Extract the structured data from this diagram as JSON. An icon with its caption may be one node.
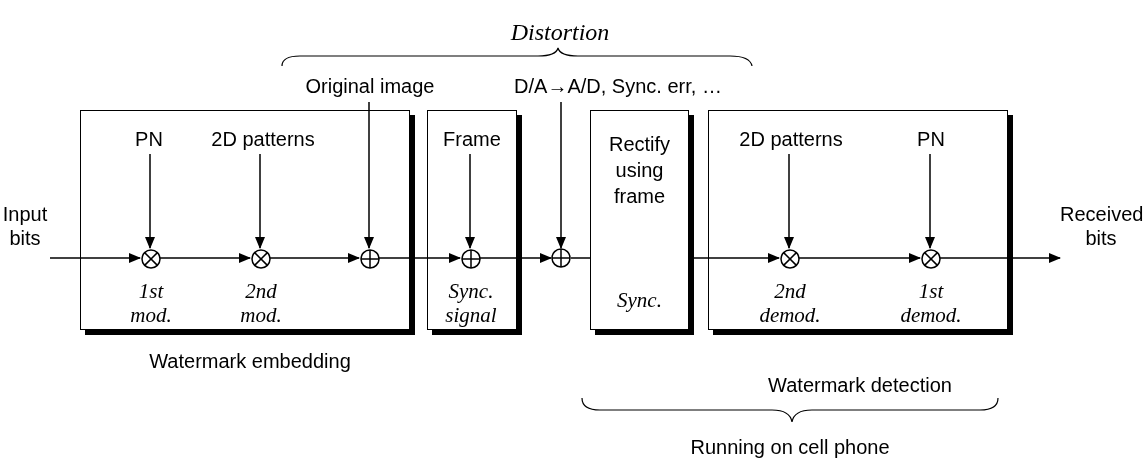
{
  "diagram": {
    "nodes": [
      {
        "text": [],
        "shape": "box",
        "beside": [
          "Watermark embedding"
        ]
      },
      {
        "text": [
          "PN"
        ],
        "in": 0
      },
      {
        "text": [
          "2D patterns"
        ],
        "in": 0
      },
      {
        "text": [],
        "shape": "circle",
        "in": 0,
        "beside": [
          "1st mod."
        ]
      },
      {
        "text": [],
        "shape": "circle",
        "in": 0,
        "beside": [
          "2nd mod."
        ]
      },
      {
        "text": [],
        "shape": "circle",
        "in": 0
      },
      {
        "text": [
          "Original image"
        ]
      },
      {
        "text": [],
        "shape": "box"
      },
      {
        "text": [
          "Frame"
        ],
        "in": 7
      },
      {
        "text": [],
        "shape": "circle",
        "in": 7,
        "beside": [
          "Sync. signal"
        ]
      },
      {
        "text": [],
        "shape": "circle"
      },
      {
        "text": [
          "D/A→A/D, Sync. err, …"
        ]
      },
      {
        "text": [
          "Rectify using frame",
          "Sync."
        ]
      },
      {
        "text": [],
        "shape": "box",
        "beside": [
          "Watermark detection"
        ]
      },
      {
        "text": [
          "2D patterns"
        ],
        "in": 13
      },
      {
        "text": [
          "PN"
        ],
        "in": 13
      },
      {
        "text": [],
        "shape": "circle",
        "in": 13,
        "beside": [
          "2nd demod."
        ]
      },
      {
        "text": [],
        "shape": "circle",
        "in": 13,
        "beside": [
          "1st demod."
        ]
      },
      {
        "text": [
          "Input bits"
        ]
      },
      {
        "text": [
          "Received bits"
        ]
      }
    ],
    "edges": [
      {
        "from": 18,
        "to": 3,
        "arrow": "to"
      },
      {
        "from": 1,
        "to": 3,
        "arrow": "to"
      },
      {
        "from": 3,
        "to": 4,
        "arrow": "to"
      },
      {
        "from": 2,
        "to": 4,
        "arrow": "to"
      },
      {
        "from": 4,
        "to": 5,
        "arrow": "to"
      },
      {
        "from": 6,
        "to": 5,
        "arrow": "to"
      },
      {
        "from": 5,
        "to": 9,
        "arrow": "to"
      },
      {
        "from": 8,
        "to": 9,
        "arrow": "to"
      },
      {
        "from": 9,
        "to": 10,
        "arrow": "to"
      },
      {
        "from": 11,
        "to": 10,
        "arrow": "to"
      },
      {
        "from": 10,
        "to": 12,
        "arrow": "none"
      },
      {
        "from": 12,
        "to": 16,
        "arrow": "to"
      },
      {
        "from": 14,
        "to": 16,
        "arrow": "to"
      },
      {
        "from": 16,
        "to": 17,
        "arrow": "to"
      },
      {
        "from": 15,
        "to": 17,
        "arrow": "to"
      },
      {
        "from": 17,
        "to": 19,
        "arrow": "to"
      }
    ],
    "labels": [
      "Distortion",
      "Running on cell phone"
    ]
  }
}
